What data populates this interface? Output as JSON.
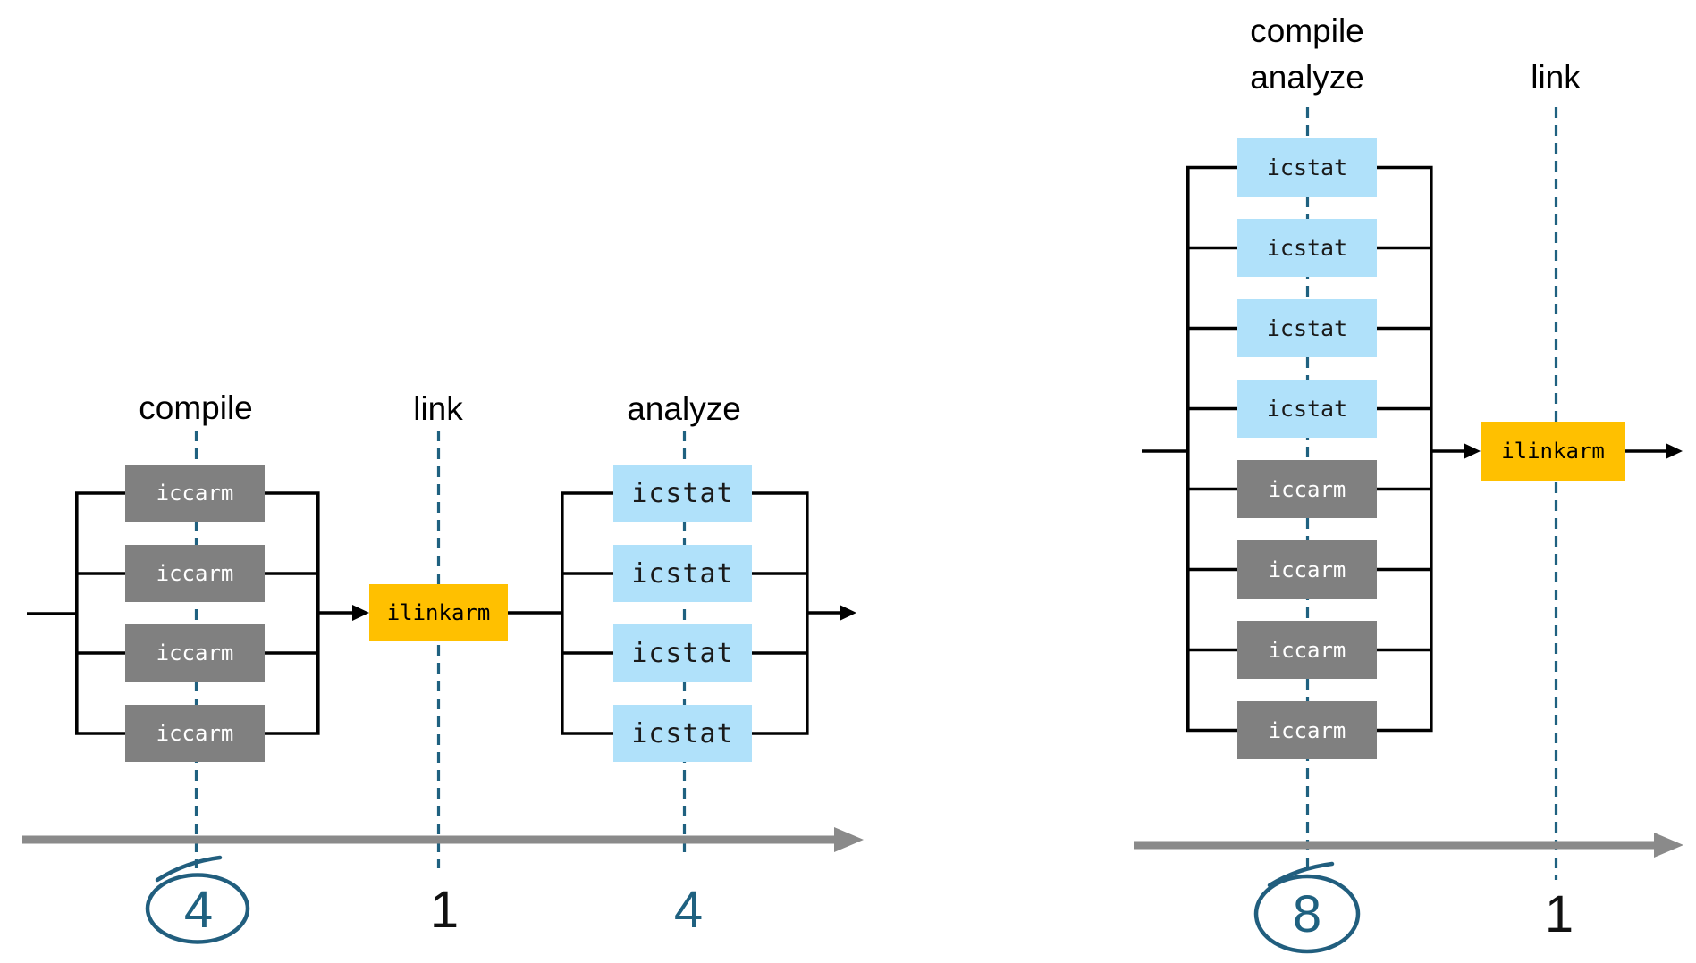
{
  "figure": {
    "description": "Build pipeline parallelism diagram with two timelines"
  },
  "colors": {
    "teal_accent": "#1F6180",
    "box_gray": "#808080",
    "box_blue": "#B0E1FA",
    "box_orange": "#FFC000",
    "timeline_gray": "#8A8A8A",
    "line_black": "#000000"
  },
  "left": {
    "label_compile": "compile",
    "label_link": "link",
    "label_analyze": "analyze",
    "compile_boxes": [
      "iccarm",
      "iccarm",
      "iccarm",
      "iccarm"
    ],
    "link_box": "ilinkarm",
    "analyze_boxes": [
      "icstat",
      "icstat",
      "icstat",
      "icstat"
    ],
    "count_compile": "4",
    "count_link": "1",
    "count_analyze": "4"
  },
  "right": {
    "label_compile": "compile",
    "label_analyze": "analyze",
    "label_link": "link",
    "parallel_boxes": [
      "icstat",
      "icstat",
      "icstat",
      "icstat",
      "iccarm",
      "iccarm",
      "iccarm",
      "iccarm"
    ],
    "link_box": "ilinkarm",
    "count_compile_analyze": "8",
    "count_link": "1"
  }
}
